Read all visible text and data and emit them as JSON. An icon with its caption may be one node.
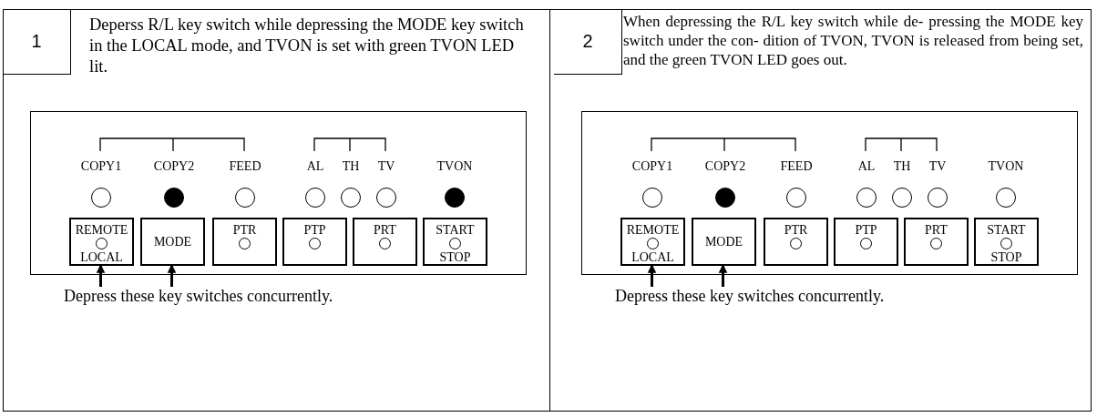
{
  "diagram": {
    "nodes": [
      {
        "text": [
          "1"
        ]
      },
      {
        "text": [
          "Deperss R/L key switch while depressing the MODE key switch in the LOCAL mode, and TVON is set with green TVON LED lit."
        ]
      },
      {
        "text": [],
        "shape": "box"
      },
      {
        "text": [],
        "shape": "circle",
        "in": 2,
        "beside": [
          "COPY1"
        ]
      },
      {
        "text": [],
        "shape": "dot",
        "in": 2,
        "beside": [
          "COPY2"
        ]
      },
      {
        "text": [],
        "shape": "circle",
        "in": 2,
        "beside": [
          "FEED"
        ]
      },
      {
        "text": [],
        "shape": "circle",
        "in": 2,
        "beside": [
          "AL"
        ]
      },
      {
        "text": [],
        "shape": "circle",
        "in": 2,
        "beside": [
          "TH"
        ]
      },
      {
        "text": [],
        "shape": "circle",
        "in": 2,
        "beside": [
          "TV"
        ]
      },
      {
        "text": [],
        "shape": "dot",
        "in": 2,
        "beside": [
          "TVON"
        ]
      },
      {
        "text": [
          "REMOTE",
          "LOCAL"
        ],
        "in": 2
      },
      {
        "text": [
          "MODE"
        ],
        "in": 2
      },
      {
        "text": [
          "PTR"
        ],
        "in": 2
      },
      {
        "text": [
          "PTP"
        ],
        "in": 2
      },
      {
        "text": [
          "PRT"
        ],
        "in": 2
      },
      {
        "text": [
          "START",
          "STOP"
        ],
        "in": 2
      },
      {
        "text": [
          "Depress these key switches concurrently."
        ]
      },
      {
        "text": [
          "2"
        ]
      },
      {
        "text": [
          "When depressing the R/L key switch while de- pressing the MODE key switch under the con- dition of TVON, TVON is released from being set, and the green TVON LED goes out."
        ]
      },
      {
        "text": [],
        "shape": "box"
      },
      {
        "text": [],
        "shape": "circle",
        "in": 19,
        "beside": [
          "COPY1"
        ]
      },
      {
        "text": [],
        "shape": "dot",
        "in": 19,
        "beside": [
          "COPY2"
        ]
      },
      {
        "text": [],
        "shape": "circle",
        "in": 19,
        "beside": [
          "FEED"
        ]
      },
      {
        "text": [],
        "shape": "circle",
        "in": 19,
        "beside": [
          "AL"
        ]
      },
      {
        "text": [],
        "shape": "circle",
        "in": 19,
        "beside": [
          "TH"
        ]
      },
      {
        "text": [],
        "shape": "circle",
        "in": 19,
        "beside": [
          "TV"
        ]
      },
      {
        "text": [],
        "shape": "circle",
        "in": 19,
        "beside": [
          "TVON"
        ]
      },
      {
        "text": [
          "REMOTE",
          "LOCAL"
        ],
        "in": 19
      },
      {
        "text": [
          "MODE"
        ],
        "in": 19
      },
      {
        "text": [
          "PTR"
        ],
        "in": 19
      },
      {
        "text": [
          "PTP"
        ],
        "in": 19
      },
      {
        "text": [
          "PRT"
        ],
        "in": 19
      },
      {
        "text": [
          "START",
          "STOP"
        ],
        "in": 19
      },
      {
        "text": [
          "Depress these key switches concurrently."
        ]
      }
    ],
    "edges": [
      {
        "from": 16,
        "to": 10,
        "arrow": "to"
      },
      {
        "from": 16,
        "to": 11,
        "arrow": "to"
      },
      {
        "from": 33,
        "to": 27,
        "arrow": "to"
      },
      {
        "from": 33,
        "to": 28,
        "arrow": "to"
      }
    ]
  }
}
